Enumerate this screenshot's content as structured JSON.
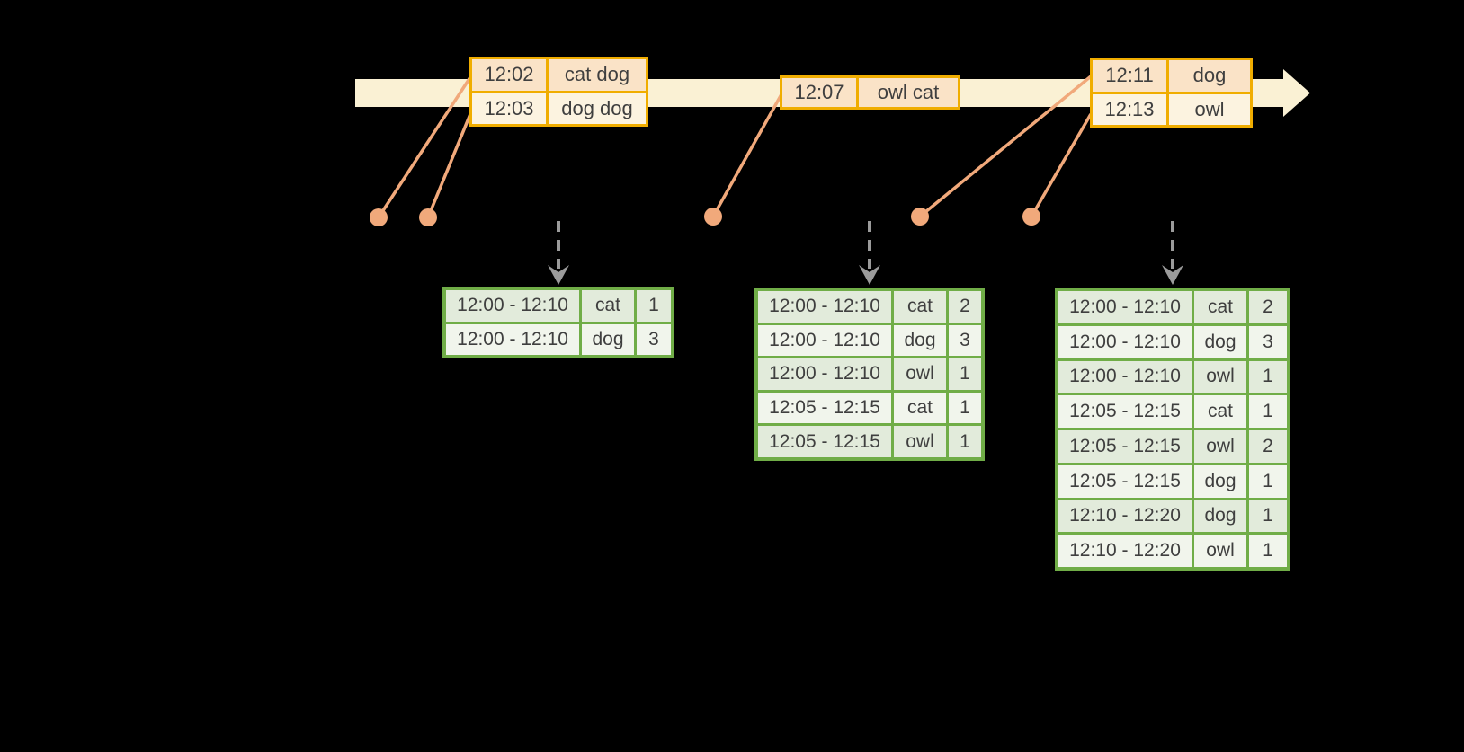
{
  "colors": {
    "background": "#000000",
    "axis_fill": "#FAF1D4",
    "event_border": "#F0AD00",
    "event_row_odd": "#FAE3C7",
    "event_row_even": "#FCF3E0",
    "marker": "#F1A97B",
    "trigger_gray": "#9B9B9B",
    "result_border": "#70AD47",
    "result_row_odd": "#E2EBDB",
    "result_row_even": "#F1F5EC",
    "text": "#3F3F3F"
  },
  "event_tables": [
    {
      "rows": [
        {
          "time": "12:02",
          "words": "cat dog"
        },
        {
          "time": "12:03",
          "words": "dog dog"
        }
      ]
    },
    {
      "rows": [
        {
          "time": "12:07",
          "words": "owl cat"
        }
      ]
    },
    {
      "rows": [
        {
          "time": "12:11",
          "words": "dog"
        },
        {
          "time": "12:13",
          "words": "owl"
        }
      ]
    }
  ],
  "result_tables": [
    {
      "rows": [
        {
          "window": "12:00 - 12:10",
          "word": "cat",
          "count": "1"
        },
        {
          "window": "12:00 - 12:10",
          "word": "dog",
          "count": "3"
        }
      ]
    },
    {
      "rows": [
        {
          "window": "12:00 - 12:10",
          "word": "cat",
          "count": "2"
        },
        {
          "window": "12:00 - 12:10",
          "word": "dog",
          "count": "3"
        },
        {
          "window": "12:00 - 12:10",
          "word": "owl",
          "count": "1"
        },
        {
          "window": "12:05 - 12:15",
          "word": "cat",
          "count": "1"
        },
        {
          "window": "12:05 - 12:15",
          "word": "owl",
          "count": "1"
        }
      ]
    },
    {
      "rows": [
        {
          "window": "12:00 - 12:10",
          "word": "cat",
          "count": "2"
        },
        {
          "window": "12:00 - 12:10",
          "word": "dog",
          "count": "3"
        },
        {
          "window": "12:00 - 12:10",
          "word": "owl",
          "count": "1"
        },
        {
          "window": "12:05 - 12:15",
          "word": "cat",
          "count": "1"
        },
        {
          "window": "12:05 - 12:15",
          "word": "owl",
          "count": "2"
        },
        {
          "window": "12:05 - 12:15",
          "word": "dog",
          "count": "1"
        },
        {
          "window": "12:10 - 12:20",
          "word": "dog",
          "count": "1"
        },
        {
          "window": "12:10 - 12:20",
          "word": "owl",
          "count": "1"
        }
      ]
    }
  ]
}
